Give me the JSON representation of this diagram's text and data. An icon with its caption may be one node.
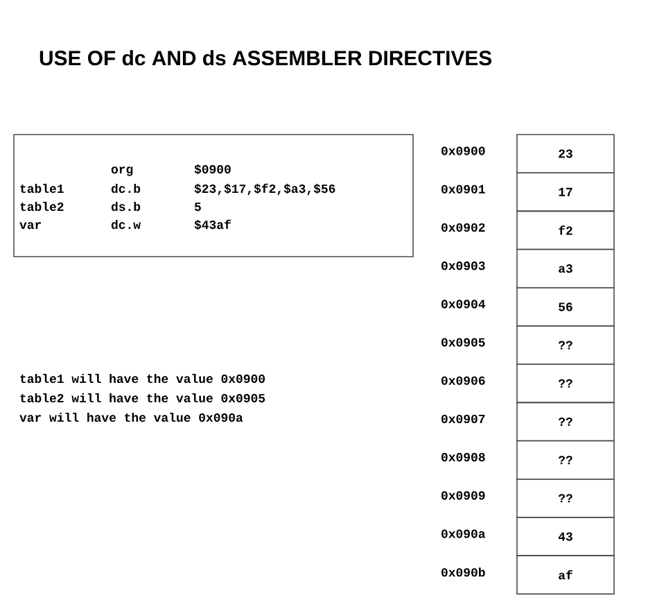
{
  "diagram": {
    "title": "USE OF dc AND ds ASSEMBLER DIRECTIVES",
    "nodes": [
      {
        "text": [
          "org",
          "$0900",
          "table1",
          "dc.b",
          "$23,$17,$f2,$a3,$56",
          "table2",
          "ds.b",
          "5",
          "var",
          "dc.w",
          "$43af"
        ]
      },
      {
        "text": [
          "23"
        ],
        "beside": [
          "0x0900"
        ]
      },
      {
        "text": [
          "17"
        ],
        "beside": [
          "0x0901"
        ]
      },
      {
        "text": [
          "f2"
        ],
        "beside": [
          "0x0902"
        ]
      },
      {
        "text": [
          "a3"
        ],
        "beside": [
          "0x0903"
        ]
      },
      {
        "text": [
          "56"
        ],
        "beside": [
          "0x0904"
        ]
      },
      {
        "text": [
          "??"
        ],
        "beside": [
          "0x0905"
        ]
      },
      {
        "text": [
          "??"
        ],
        "beside": [
          "0x0906"
        ]
      },
      {
        "text": [
          "??"
        ],
        "beside": [
          "0x0907"
        ]
      },
      {
        "text": [
          "??"
        ],
        "beside": [
          "0x0908"
        ]
      },
      {
        "text": [
          "??"
        ],
        "beside": [
          "0x0909"
        ]
      },
      {
        "text": [
          "43"
        ],
        "beside": [
          "0x090a"
        ]
      },
      {
        "text": [
          "af"
        ],
        "beside": [
          "0x090b"
        ]
      }
    ],
    "labels": [
      "table1 will have the value 0x0900",
      "table2 will have the value 0x0905",
      "var will have the value 0x090a"
    ]
  }
}
